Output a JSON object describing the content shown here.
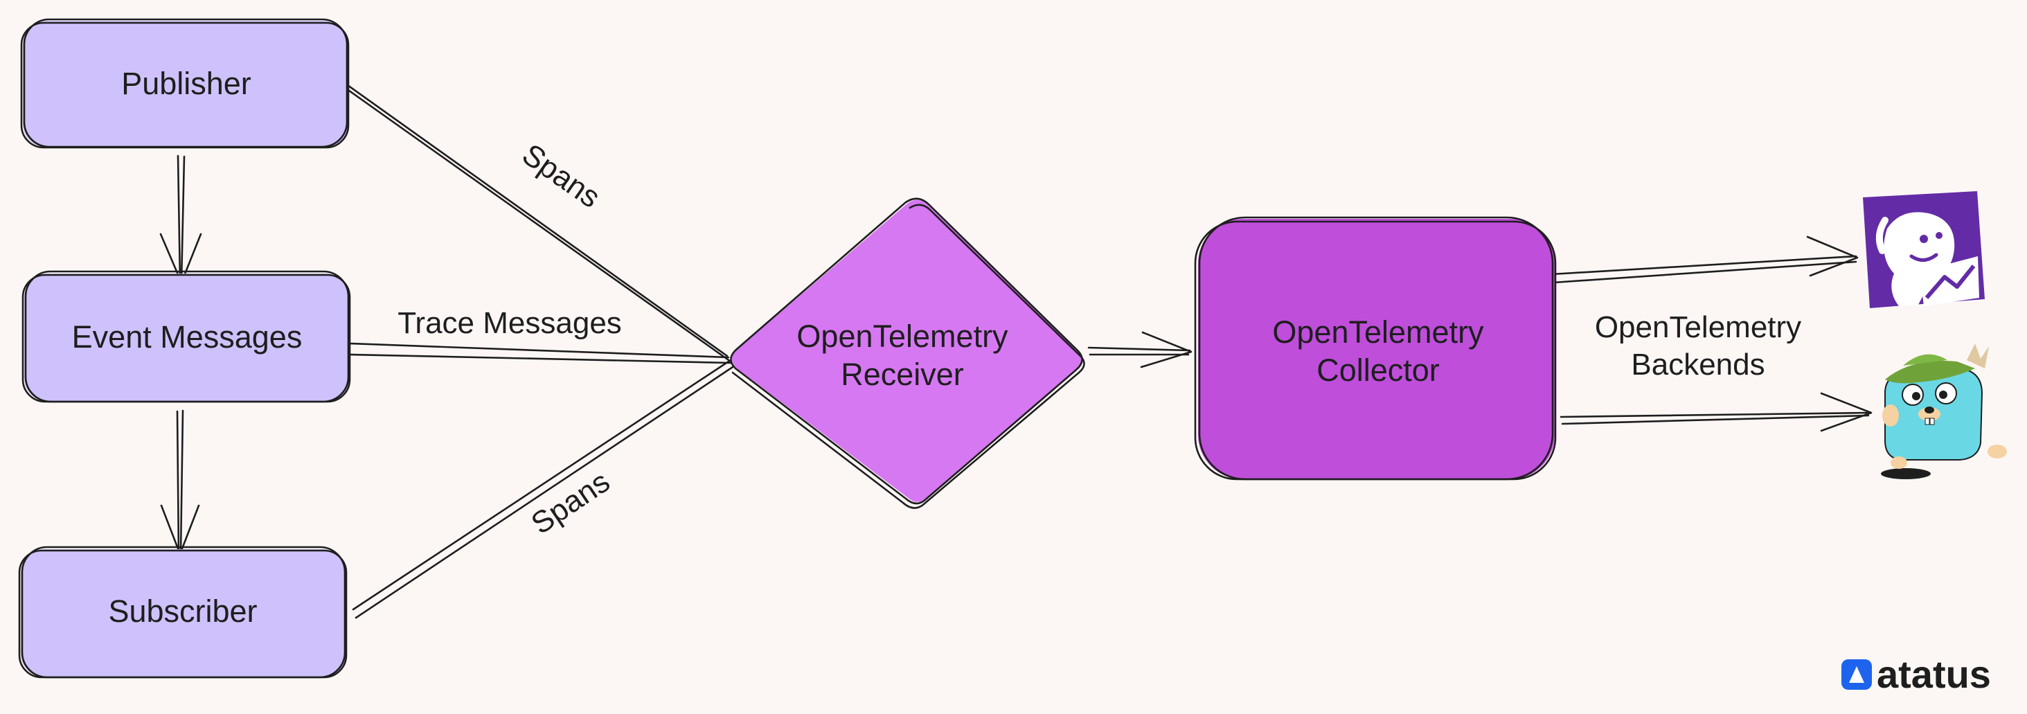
{
  "nodes": {
    "publisher": {
      "label": "Publisher"
    },
    "event_messages": {
      "label": "Event Messages"
    },
    "subscriber": {
      "label": "Subscriber"
    },
    "receiver": {
      "label_lines": [
        "OpenTelemetry",
        "Receiver"
      ]
    },
    "collector": {
      "label_lines": [
        "OpenTelemetry",
        "Collector"
      ]
    }
  },
  "edges": {
    "spans_top": {
      "label": "Spans"
    },
    "trace_messages": {
      "label": "Trace Messages"
    },
    "spans_bottom": {
      "label": "Spans"
    },
    "backends": {
      "label_lines": [
        "OpenTelemetry",
        "Backends"
      ]
    }
  },
  "backend_icons": [
    "datadog-dog-icon",
    "gopher-icon"
  ],
  "brand": {
    "name": "atatus"
  },
  "colors": {
    "background": "#fcf7f5",
    "app_box": "#cfc2fc",
    "receiver": "#d678f2",
    "collector": "#bf4edb",
    "datadog": "#632ca6",
    "gopher": "#6ad7e5",
    "stroke": "#1e1e1e",
    "brand": "#1d63ed"
  }
}
